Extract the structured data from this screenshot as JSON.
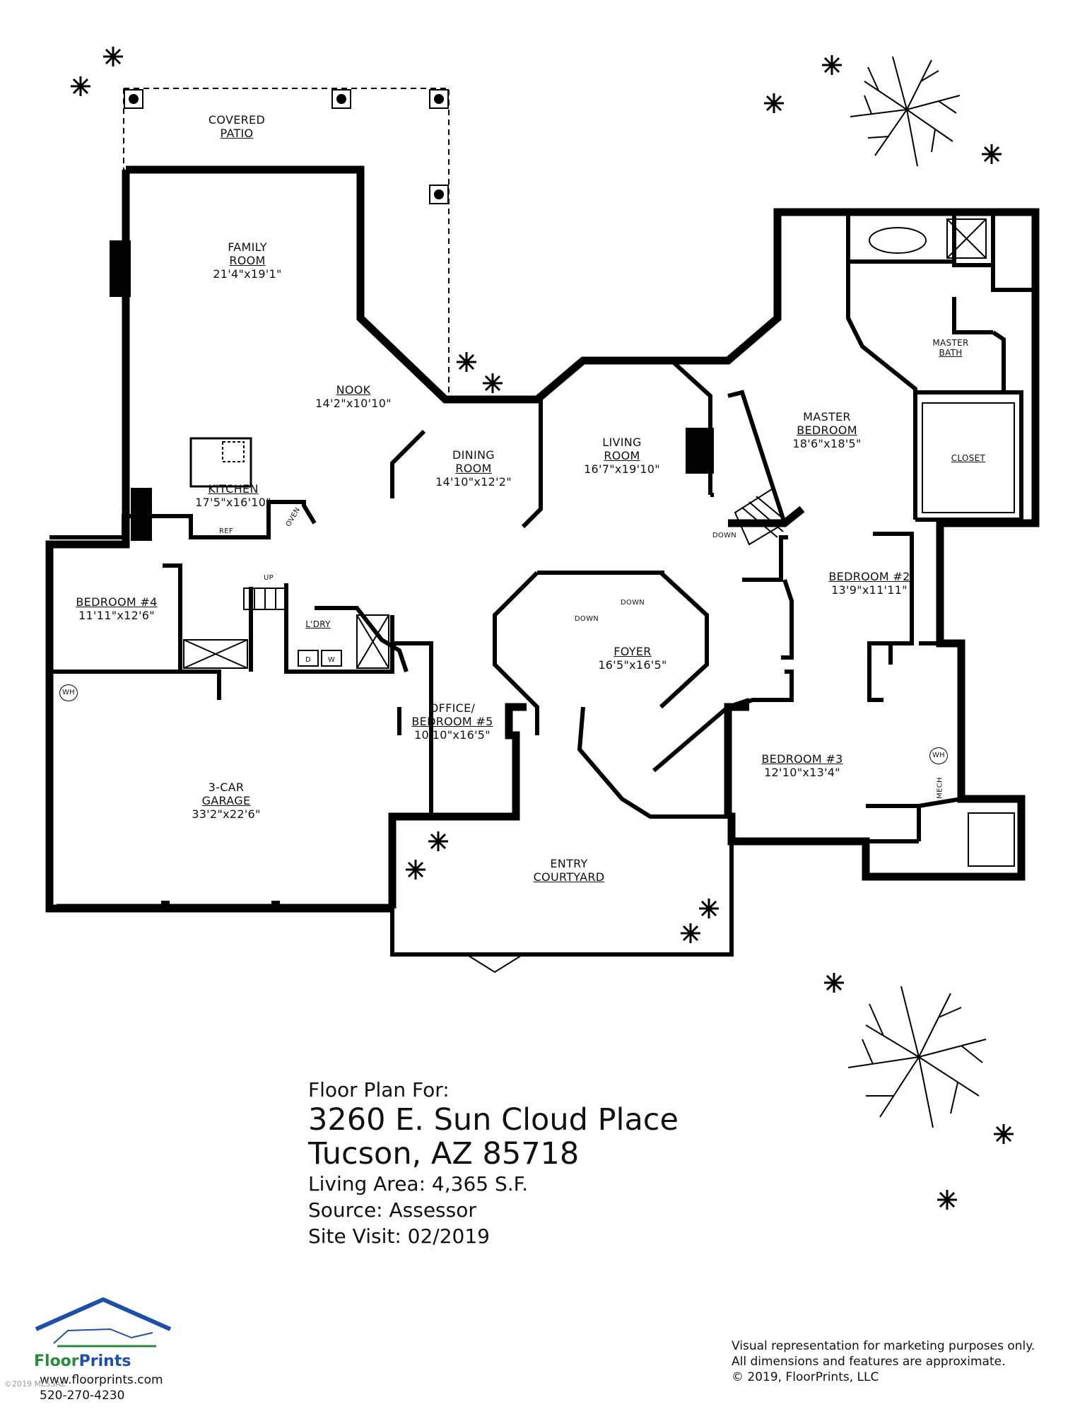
{
  "rooms": {
    "covered_patio": {
      "name_l1": "COVERED",
      "name_l2": "PATIO"
    },
    "family_room": {
      "name_l1": "FAMILY",
      "name_l2": "ROOM",
      "dims": "21'4\"x19'1\""
    },
    "nook": {
      "name": "NOOK",
      "dims": "14'2\"x10'10\""
    },
    "kitchen": {
      "name": "KITCHEN",
      "dims": "17'5\"x16'10\"",
      "oven": "OVEN",
      "ref": "REF"
    },
    "dining_room": {
      "name_l1": "DINING",
      "name_l2": "ROOM",
      "dims": "14'10\"x12'2\""
    },
    "living_room": {
      "name_l1": "LIVING",
      "name_l2": "ROOM",
      "dims": "16'7\"x19'10\""
    },
    "master_bedroom": {
      "name_l1": "MASTER",
      "name_l2": "BEDROOM",
      "dims": "18'6\"x18'5\""
    },
    "master_bath": {
      "name_l1": "MASTER",
      "name_l2": "BATH"
    },
    "closet": {
      "name": "CLOSET"
    },
    "bedroom_4": {
      "name": "BEDROOM #4",
      "dims": "11'11\"x12'6\""
    },
    "laundry": {
      "name": "L'DRY",
      "dryer": "D",
      "washer": "W"
    },
    "stairs_up": {
      "label": "UP"
    },
    "stairs_down": {
      "label": "DOWN"
    },
    "foyer": {
      "name": "FOYER",
      "dims": "16'5\"x16'5\"",
      "step_down_1": "DOWN",
      "step_down_2": "DOWN"
    },
    "bedroom_2": {
      "name": "BEDROOM #2",
      "dims": "13'9\"x11'11\""
    },
    "office": {
      "name_l1": "OFFICE/",
      "name_l2": "BEDROOM #5",
      "dims": "10'10\"x16'5\""
    },
    "bedroom_3": {
      "name": "BEDROOM #3",
      "dims": "12'10\"x13'4\""
    },
    "garage": {
      "name_l1": "3-CAR",
      "name_l2": "GARAGE",
      "dims": "33'2\"x22'6\""
    },
    "entry_courtyard": {
      "name_l1": "ENTRY",
      "name_l2": "COURTYARD"
    },
    "water_heater": {
      "label": "WH"
    },
    "mech": {
      "label": "MECH"
    }
  },
  "info": {
    "heading": "Floor Plan For:",
    "address_line1": "3260 E. Sun Cloud Place",
    "address_line2": "Tucson, AZ  85718",
    "living_area": "Living Area:  4,365 S.F.",
    "source": "Source:  Assessor",
    "site_visit": "Site Visit:  02/2019"
  },
  "branding": {
    "logo_floor": "Floor",
    "logo_prints": "Prints",
    "website": "www.floorprints.com",
    "phone": "520-270-4230",
    "mls": "©2019 MLSSAZ"
  },
  "disclaimer": {
    "line1": "Visual representation for marketing purposes only.",
    "line2": "All dimensions and features are approximate.",
    "line3": "© 2019, FloorPrints, LLC"
  },
  "colors": {
    "wall": "#000000",
    "logo_green": "#2b8a3e",
    "logo_blue": "#1d4fa8"
  }
}
